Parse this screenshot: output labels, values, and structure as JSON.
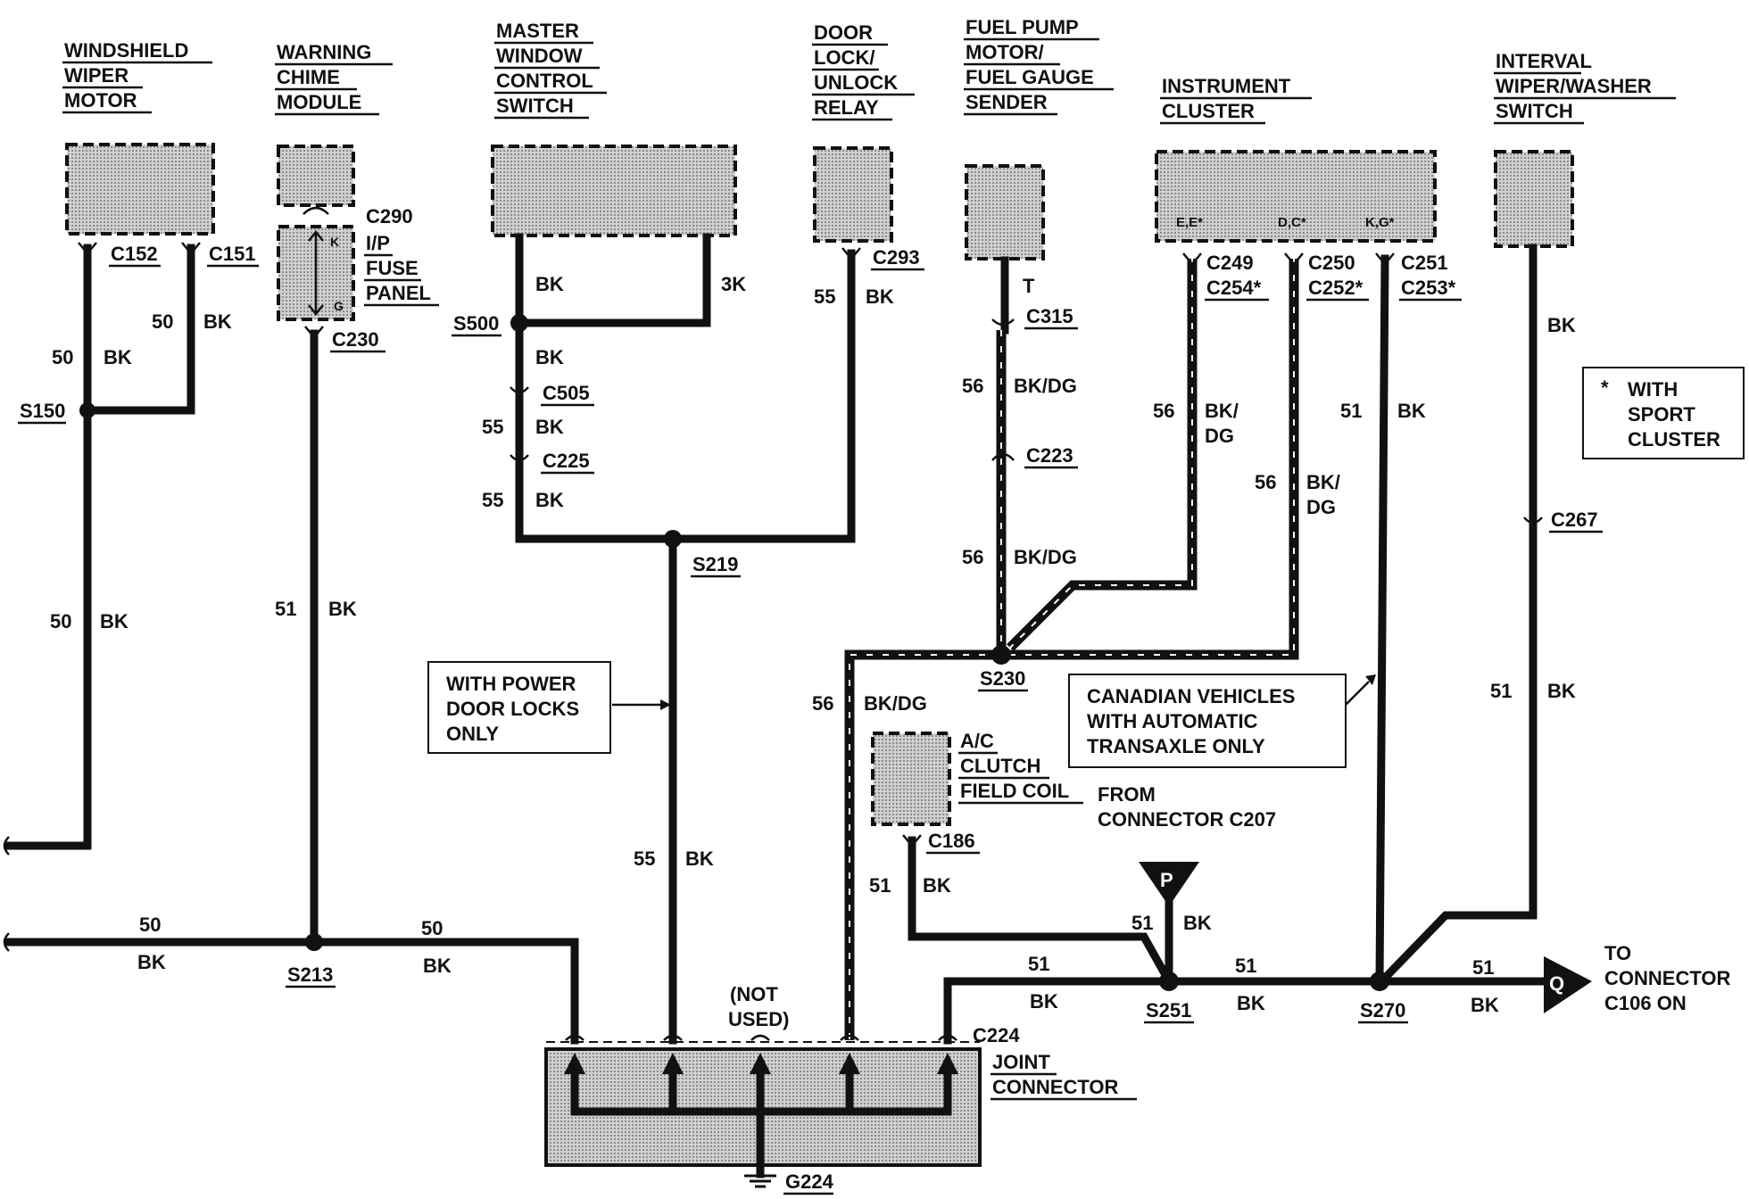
{
  "components": {
    "windshield_wiper_motor": [
      "WINDSHIELD",
      "WIPER",
      "MOTOR"
    ],
    "warning_chime_module": [
      "WARNING",
      "CHIME",
      "MODULE"
    ],
    "master_window_control_switch": [
      "MASTER",
      "WINDOW",
      "CONTROL",
      "SWITCH"
    ],
    "door_lock_unlock_relay": [
      "DOOR",
      "LOCK/",
      "UNLOCK",
      "RELAY"
    ],
    "fuel_pump_motor_sender": [
      "FUEL PUMP",
      "MOTOR/",
      "FUEL GAUGE",
      "SENDER"
    ],
    "instrument_cluster": [
      "INSTRUMENT",
      "CLUSTER"
    ],
    "interval_wiper_washer_switch": [
      "INTERVAL",
      "WIPER/WASHER",
      "SWITCH"
    ],
    "ip_fuse_panel": [
      "I/P",
      "FUSE",
      "PANEL"
    ],
    "ac_clutch_field_coil": [
      "A/C",
      "CLUTCH",
      "FIELD COIL"
    ],
    "joint_connector": [
      "JOINT",
      "CONNECTOR"
    ]
  },
  "connectors": {
    "c152": "C152",
    "c151": "C151",
    "c290": "C290",
    "c230": "C230",
    "c293": "C293",
    "c315": "C315",
    "c505": "C505",
    "c225": "C225",
    "c223": "C223",
    "c249": "C249",
    "c254": "C254*",
    "c250": "C250",
    "c252": "C252*",
    "c251": "C251",
    "c253": "C253*",
    "c267": "C267",
    "c186": "C186",
    "c224": "C224"
  },
  "splices": {
    "s150": "S150",
    "s500": "S500",
    "s219": "S219",
    "s230": "S230",
    "s213": "S213",
    "s251": "S251",
    "s270": "S270"
  },
  "ground": "G224",
  "cluster_pins": {
    "p1": "E,E*",
    "p2": "D,C*",
    "p3": "K,G*"
  },
  "fuse_pins": {
    "top": "K",
    "bottom": "G"
  },
  "wires": {
    "n50": "50",
    "n51": "51",
    "n55": "55",
    "n56": "56",
    "bk": "BK",
    "bk_dg": "BK/DG",
    "bk_slash": "BK/",
    "dg": "DG",
    "t": "T",
    "bk_partial": "3K"
  },
  "symbols": {
    "p": "P",
    "q": "Q"
  },
  "notes": {
    "sport": [
      "*",
      "WITH",
      "SPORT",
      "CLUSTER"
    ],
    "power_locks": [
      "WITH POWER",
      "DOOR LOCKS",
      "ONLY"
    ],
    "canadian": [
      "CANADIAN VEHICLES",
      "WITH AUTOMATIC",
      "TRANSAXLE ONLY"
    ],
    "from_c207": [
      "FROM",
      "CONNECTOR C207"
    ],
    "not_used": [
      "(NOT",
      "USED)"
    ],
    "to_c106": [
      "TO",
      "CONNECTOR",
      "C106 ON"
    ]
  }
}
